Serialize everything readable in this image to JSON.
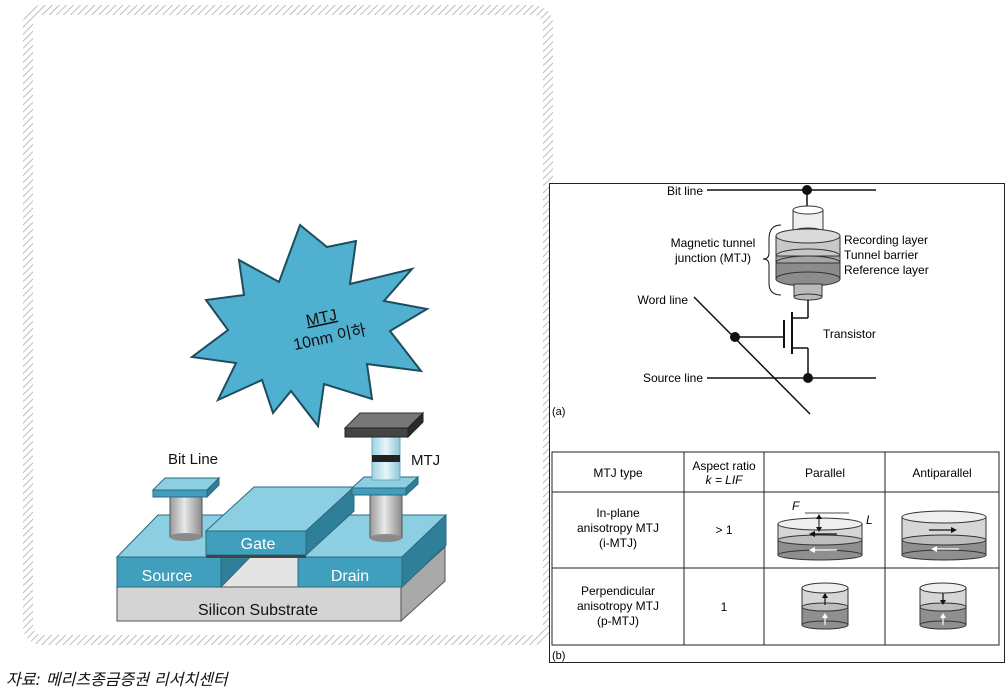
{
  "left_diagram": {
    "burst": {
      "line1": "MTJ",
      "line2": "10nm 이하"
    },
    "labels": {
      "bit_line": "Bit Line",
      "mtj": "MTJ",
      "gate": "Gate",
      "source": "Source",
      "drain": "Drain",
      "substrate": "Silicon Substrate"
    }
  },
  "circuit": {
    "bit_line": "Bit line",
    "mtj_label_1": "Magnetic tunnel",
    "mtj_label_2": "junction (MTJ)",
    "layer_recording": "Recording layer",
    "layer_tunnel": "Tunnel barrier",
    "layer_reference": "Reference layer",
    "word_line": "Word line",
    "transistor": "Transistor",
    "source_line": "Source line",
    "panel_tag": "(a)"
  },
  "table": {
    "headers": {
      "type": "MTJ type",
      "aspect_1": "Aspect ratio",
      "aspect_2_prefix": "k = ",
      "aspect_2_italic": "LIF",
      "parallel": "Parallel",
      "antiparallel": "Antiparallel"
    },
    "rows": [
      {
        "type_lines": [
          "In-plane",
          "anisotropy MTJ",
          "(i-MTJ)"
        ],
        "aspect": "> 1"
      },
      {
        "type_lines": [
          "Perpendicular",
          "anisotropy MTJ",
          "(p-MTJ)"
        ],
        "aspect": "1"
      }
    ],
    "dim_f": "F",
    "dim_l": "L",
    "panel_tag": "(b)"
  },
  "caption": "자료: 메리츠종금증권 리서치센터",
  "colors": {
    "teal": "#3f9fbd",
    "teal_light": "#8ccfe2",
    "burst": "#4fb0cf",
    "substrate": "#d4d4d4"
  }
}
